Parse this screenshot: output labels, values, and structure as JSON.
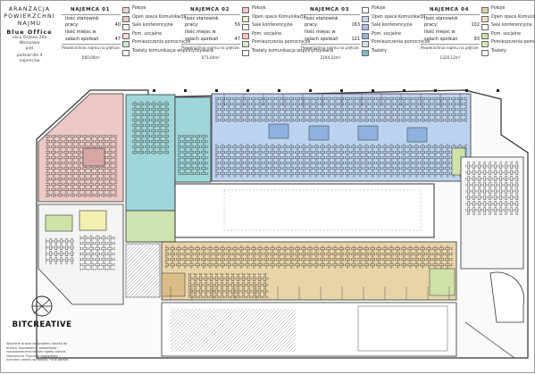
{
  "title": {
    "line1": "ARANŻACJA",
    "line2": "POWIERZCHNI",
    "line3": "NAJMU",
    "building": "Blue Office",
    "address1": "ulica Ordona 20a",
    "address2": "Warszawa",
    "floor": "pięt",
    "sub1": "podział dla 4",
    "sub2": "najemców"
  },
  "tenants": [
    {
      "name": "NAJEMCA 01",
      "stanowisk_label": "Ilość stanowisk",
      "stanowisk_label2": "pracy:",
      "stanowisk_value": "40",
      "sale_label": "Ilość miejsc w",
      "sale_label2": "salach spotkań",
      "sale_value": "47",
      "area_label": "Powierzchnia najmu na piętrze:",
      "area_value": "560,00m²",
      "legend": [
        "Pokoje",
        "Open space Komunikacja",
        "Sale konferencyjne",
        "Pom. socjalne",
        "Pomieszczenia pomocnicze",
        "Toalety komunikacja wspólnyfizywana"
      ],
      "colors": [
        "#f2d4d4",
        "#e8c8c8",
        "#ffffff",
        "#f3dcd6",
        "#cfe8cf",
        "#ffffff"
      ]
    },
    {
      "name": "NAJEMCA 02",
      "stanowisk_label": "Ilość stanowisk",
      "stanowisk_label2": "pracy:",
      "stanowisk_value": "59",
      "sale_label": "Ilość miejsc w",
      "sale_label2": "salach spotkań",
      "sale_value": "47",
      "area_label": "Powierzchnia najmu na piętrze:",
      "area_value": "671,64m²",
      "legend": [
        "Pokoje",
        "Open space Komunikacja",
        "Sale konferencyjne",
        "Pom. socjalne",
        "Pomieszczenia pomocnicze",
        "Toalety komunikacja wspólnyfizywana"
      ],
      "colors": [
        "#f7c6c6",
        "#e7eec9",
        "#ffffff",
        "#f6c7b8",
        "#dbe9c8",
        "#ffffff"
      ]
    },
    {
      "name": "NAJEMCA 03",
      "stanowisk_label": "Ilość stanowisk",
      "stanowisk_label2": "pracy:",
      "stanowisk_value": "163",
      "sale_label": "Ilość miejsc w",
      "sale_label2": "salach spotkań",
      "sale_value": "121",
      "area_label": "Powierzchnia najmu na piętrze:",
      "area_value": "2194,32m²",
      "legend": [
        "Pokoje",
        "Open space Komunikacja",
        "Sale konferencyjne",
        "Pom. socjalne",
        "Pomieszczenia pomocnicze",
        "Toalety"
      ],
      "colors": [
        "#ffffff",
        "#c9d9f0",
        "#a8bfe6",
        "#8fb1de",
        "#cfe7e9",
        "#7fb8c9"
      ]
    },
    {
      "name": "NAJEMCA 04",
      "stanowisk_label": "Ilość stanowisk",
      "stanowisk_label2": "pracy:",
      "stanowisk_value": "102",
      "sale_label": "Ilość miejsc w",
      "sale_label2": "salach spotkań",
      "sale_value": "93",
      "area_label": "Powierzchnia najmu na piętrze:",
      "area_value": "1320,12m²",
      "legend": [
        "Pokoje",
        "Open space Komunikacja",
        "Sale konferencyjne",
        "Pom. socjalne",
        "Pomieszczenia pomocnicze",
        "Toalety"
      ],
      "colors": [
        "#e5cfa8",
        "#f0dfc0",
        "#ffffff",
        "#cfe3a8",
        "#d8e8b8",
        "#ffffff"
      ]
    }
  ],
  "zones": {
    "t1": "#ecc9c6",
    "t1_dark": "#d7a7a5",
    "t2": "#9fd6d9",
    "t2_green": "#cfe3b0",
    "t3": "#bcd3ef",
    "t3_dark": "#8fb1de",
    "t4": "#e9d4a8",
    "t4_dark": "#d9bd87",
    "greenroom": "#cfe3a8",
    "yellowroom": "#f3efb0",
    "core": "#ffffff",
    "line": "#333333"
  },
  "logo": {
    "text": "BITCREATIVE",
    "fine": "Wszelkie prawa do projektu należą do autora. Kopiowanie, powielanie i rozpowszechnianie bez zgody autora zabronione. Rysunek poglądowy - wymiary należy sprawdzić na budowie."
  }
}
